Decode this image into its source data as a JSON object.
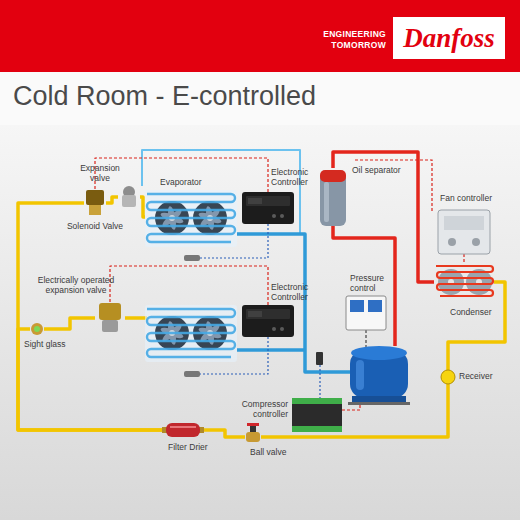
{
  "diagram": {
    "title": "Cold Room - E-controlled",
    "nodes": [
      {
        "text": [
          "Expansion valve"
        ]
      },
      {
        "text": [
          "Evaporator"
        ]
      },
      {
        "text": [
          "Electronic Controller"
        ]
      },
      {
        "text": [
          "Oil separator"
        ]
      },
      {
        "text": [
          "Fan controller"
        ]
      },
      {
        "text": [
          "Solenoid Valve"
        ]
      },
      {
        "text": [
          "Electrically operated expansion valve"
        ]
      },
      {
        "text": [
          "Pressure control"
        ]
      },
      {
        "text": [
          "Electronic Controller"
        ]
      },
      {
        "text": [
          "Condenser"
        ]
      },
      {
        "text": [
          "Sight glass"
        ]
      },
      {
        "text": [
          "Receiver"
        ]
      },
      {
        "text": [
          "Compressor controller"
        ]
      },
      {
        "text": [
          "Filter Drier"
        ]
      },
      {
        "text": [
          "Ball valve"
        ]
      }
    ],
    "edges": [
      {
        "from": 3,
        "to": 9,
        "arrow": "none"
      },
      {
        "from": 9,
        "to": 11,
        "arrow": "none"
      },
      {
        "from": 11,
        "to": 14,
        "arrow": "none"
      },
      {
        "from": 14,
        "to": 13,
        "arrow": "none"
      },
      {
        "from": 13,
        "to": 5,
        "arrow": "none"
      },
      {
        "from": 13,
        "to": 10,
        "arrow": "none"
      },
      {
        "from": 5,
        "to": 0,
        "arrow": "none"
      },
      {
        "from": 0,
        "to": 1,
        "arrow": "none"
      },
      {
        "from": 10,
        "to": 6,
        "arrow": "none"
      },
      {
        "from": 2,
        "to": 5,
        "arrow": "none"
      },
      {
        "from": 8,
        "to": 6,
        "arrow": "none"
      },
      {
        "from": 4,
        "to": 9,
        "arrow": "none"
      }
    ],
    "labels": [
      "ENGINEERING TOMORROW",
      "Danfoss"
    ]
  }
}
